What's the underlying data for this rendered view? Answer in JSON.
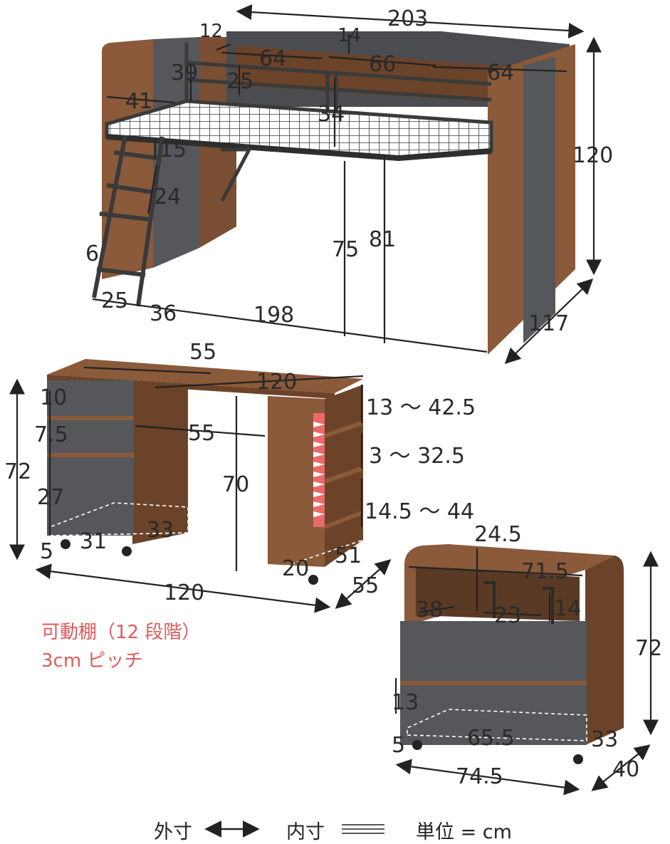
{
  "bed": {
    "width_203": "203",
    "rail_12": "12",
    "post_14": "14",
    "shelf_64_a": "64",
    "shelf_66": "66",
    "shelf_64_b": "64",
    "h_39": "39",
    "h_25": "25",
    "d_41": "41",
    "h_34": "34",
    "h_15": "15",
    "h_24": "24",
    "height_120": "120",
    "under_75": "75",
    "under_81": "81",
    "ladder_6": "6",
    "ladder_25": "25",
    "ladder_36": "36",
    "length_198": "198",
    "depth_117": "117"
  },
  "desk": {
    "top_55": "55",
    "top_120": "120",
    "drawer_10": "10",
    "drawer_75": "7.5",
    "inner_55": "55",
    "height_72": "72",
    "drawer_27": "27",
    "leg_70": "70",
    "caster_5": "5",
    "wagon_31": "31",
    "wagon_33": "33",
    "shelf_20": "20",
    "shelf_51": "51",
    "width_120": "120",
    "depth_55": "55",
    "shelf_range_1": "13 〜 42.5",
    "shelf_range_2": "3 〜 32.5",
    "shelf_range_3": "14.5 〜 44"
  },
  "wagon": {
    "h_245": "24.5",
    "w_715": "71.5",
    "d_38": "38",
    "d_23": "23",
    "h_14": "14",
    "height_72": "72",
    "h_13": "13",
    "caster_5": "5",
    "w_655": "65.5",
    "d_33": "33",
    "width_745": "74.5",
    "depth_40": "40"
  },
  "note": {
    "line1": "可動棚（12 段階）",
    "line2": "3cm ピッチ"
  },
  "legend": {
    "outer": "外寸",
    "inner": "内寸",
    "unit": "単位 = cm"
  },
  "colors": {
    "wood": "#8a5a3a",
    "wood_dark": "#6b4328",
    "gray": "#55575b",
    "gray_dark": "#3e4044",
    "note_red": "#e05a5a"
  }
}
